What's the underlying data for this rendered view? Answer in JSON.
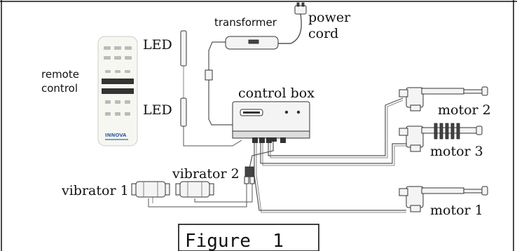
{
  "labels": {
    "transformer": "transformer",
    "power": "power",
    "cord": "cord",
    "led_top": "LED",
    "led_bottom": "LED",
    "remote": "remote",
    "control": "control",
    "control_box": "control box",
    "motor_2": "motor 2",
    "motor_3": "motor 3",
    "motor_1": "motor 1",
    "vibrator_1": "vibrator 1",
    "vibrator_2": "vibrator 2",
    "figure": "Figure  1",
    "remote_brand": "INNOVA"
  }
}
